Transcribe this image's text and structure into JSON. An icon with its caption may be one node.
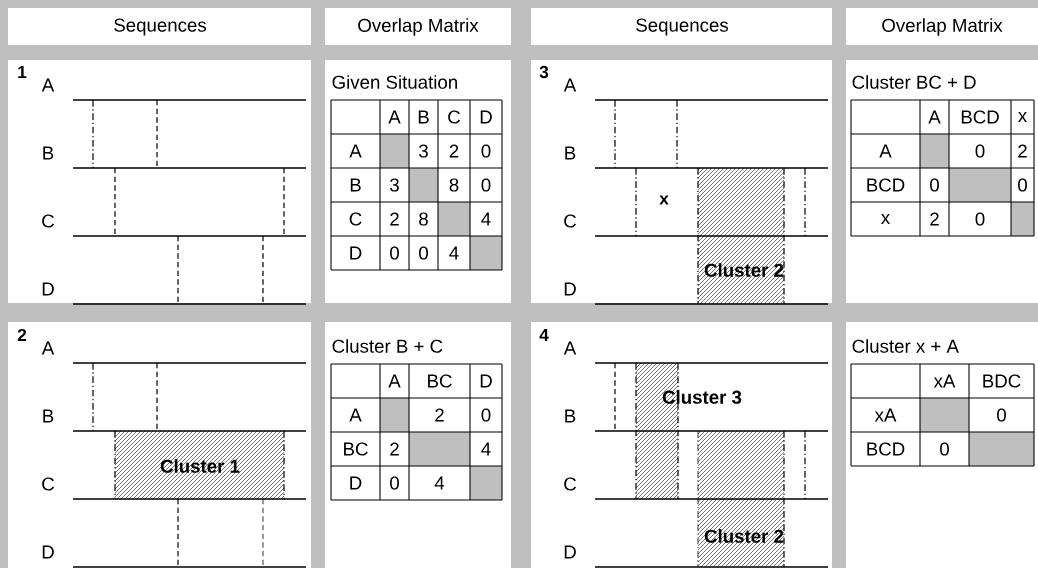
{
  "diagram": {
    "nodes": [
      {
        "text": [
          "Cluster 1"
        ]
      },
      {
        "text": [
          "Cluster 2"
        ]
      },
      {
        "text": [
          "Cluster 3"
        ]
      },
      {
        "text": [
          "Cluster 2"
        ]
      }
    ],
    "edges": [],
    "labels": [
      "Sequences",
      "Overlap Matrix",
      "Sequences",
      "Overlap Matrix",
      "1",
      "A",
      "B",
      "C",
      "D",
      "Given Situation",
      "A",
      "B",
      "C",
      "D",
      "A",
      "3",
      "2",
      "0",
      "B",
      "3",
      "8",
      "0",
      "C",
      "2",
      "8",
      "4",
      "D",
      "0",
      "0",
      "4",
      "3",
      "A",
      "B",
      "C",
      "D",
      "x",
      "Cluster BC + D",
      "A",
      "BCD",
      "x",
      "A",
      "0",
      "2",
      "BCD",
      "0",
      "0",
      "x",
      "2",
      "0",
      "2",
      "A",
      "B",
      "C",
      "D",
      "Cluster B + C",
      "A",
      "BC",
      "D",
      "A",
      "2",
      "0",
      "BC",
      "2",
      "4",
      "D",
      "0",
      "4",
      "4",
      "A",
      "B",
      "C",
      "D",
      "Cluster x + A",
      "xA",
      "BDC",
      "xA",
      "0",
      "BCD",
      "0"
    ]
  }
}
